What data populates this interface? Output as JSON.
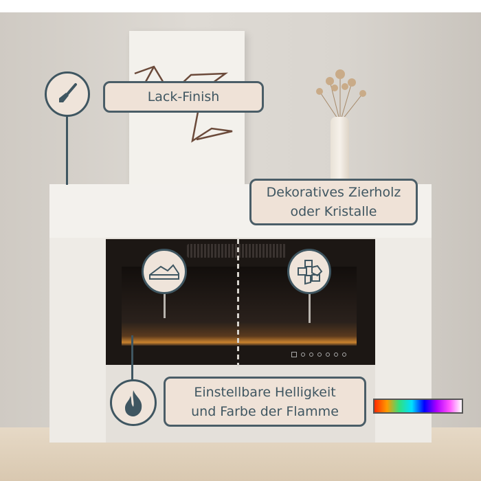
{
  "callouts": {
    "finish": {
      "label": "Lack-Finish",
      "icon": "brush-icon"
    },
    "decor": {
      "line1": "Dekoratives Zierholz",
      "line2": "oder Kristalle",
      "icons": [
        "wood-log-icon",
        "crystals-icon"
      ]
    },
    "flame": {
      "line1": "Einstellbare Helligkeit",
      "line2": "und Farbe der Flamme",
      "icon": "flame-icon"
    }
  },
  "colors": {
    "accent": "#3f5661",
    "label_bg": "#efe2d7"
  }
}
